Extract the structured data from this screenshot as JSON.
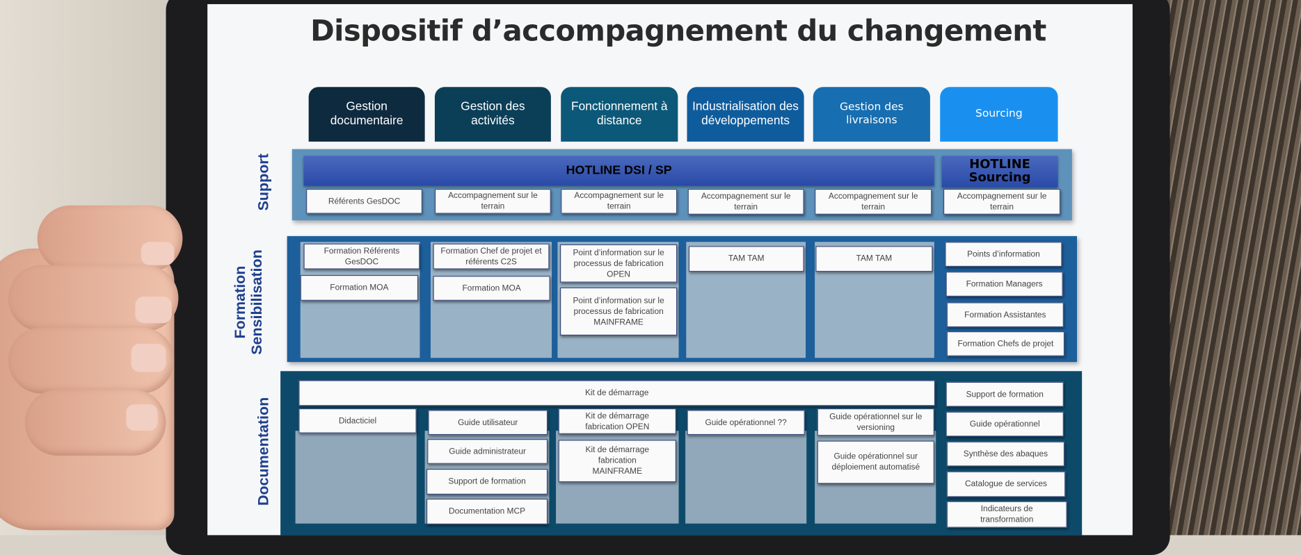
{
  "title": "Dispositif d’accompagnement du changement",
  "columns": [
    "Gestion documentaire",
    "Gestion des activités",
    "Fonctionnement à distance",
    "Industrialisation des développements",
    "Gestion des livraisons",
    "Sourcing"
  ],
  "column_colors": [
    "#0e2a3f",
    "#0b3f58",
    "#0c5878",
    "#0f5c9c",
    "#176eb0",
    "#1990f0"
  ],
  "rows": {
    "support": "Support",
    "formation": "Formation Sensibilisation",
    "documentation": "Documentation"
  },
  "hotline_main": "HOTLINE DSI / SP",
  "hotline_sourcing": "HOTLINE Sourcing",
  "support_cards": [
    "Référents GesDOC",
    "Accompagnement sur le terrain",
    "Accompagnement sur le terrain",
    "Accompagnement sur le terrain",
    "Accompagnement sur le terrain",
    "Accompagnement sur le terrain"
  ],
  "formation": {
    "c1": [
      "Formation Référents GesDOC",
      "Formation MOA"
    ],
    "c2": [
      "Formation Chef de projet et référents C2S",
      "Formation MOA"
    ],
    "c3": [
      "Point d’information sur le processus de fabrication OPEN",
      "Point d’information sur le processus de fabrication MAINFRAME"
    ],
    "c4": [
      "TAM TAM"
    ],
    "c5": [
      "TAM TAM"
    ],
    "c6": [
      "Points d’information",
      "Formation Managers",
      "Formation Assistantes",
      "Formation Chefs de projet"
    ]
  },
  "documentation": {
    "kit": "Kit de démarrage",
    "c1": [
      "Didacticiel"
    ],
    "c2": [
      "Guide utilisateur",
      "Guide administrateur",
      "Support de formation",
      "Documentation MCP"
    ],
    "c3": [
      "Kit de démarrage fabrication OPEN",
      "Kit de démarrage fabrication MAINFRAME"
    ],
    "c4": [
      "Guide opérationnel ??"
    ],
    "c5": [
      "Guide opérationnel sur le versioning",
      "Guide opérationnel sur déploiement automatisé"
    ],
    "c6": [
      "Support de formation",
      "Guide opérationnel",
      "Synthèse des abaques",
      "Catalogue de services",
      "Indicateurs de transformation"
    ]
  }
}
